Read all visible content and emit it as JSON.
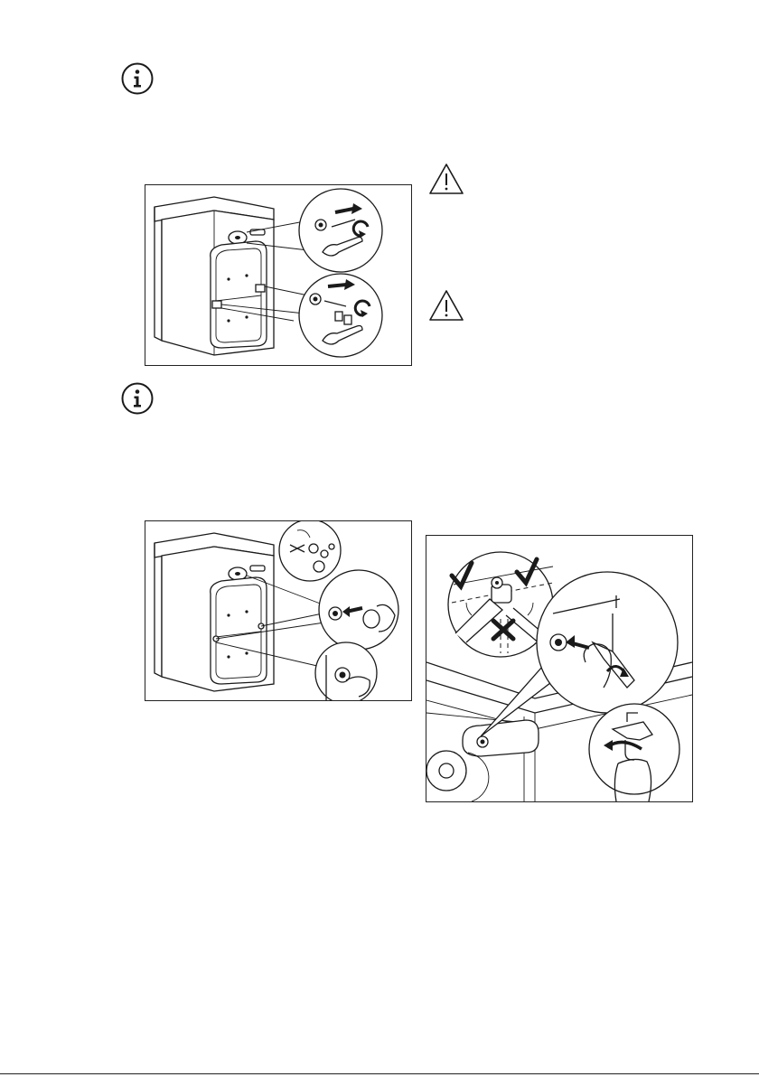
{
  "icons": {
    "info_top": "info-icon",
    "info_middle": "info-icon",
    "warning_top": "warning-icon",
    "warning_bottom": "warning-icon"
  },
  "figures": {
    "transit_bolts": "washing-machine-rear-transit-bolt-removal",
    "plastic_caps": "washing-machine-rear-plastic-caps",
    "inlet_hose": "inlet-hose-tap-connection"
  },
  "colors": {
    "ink": "#1a1a1a",
    "background": "#ffffff"
  }
}
